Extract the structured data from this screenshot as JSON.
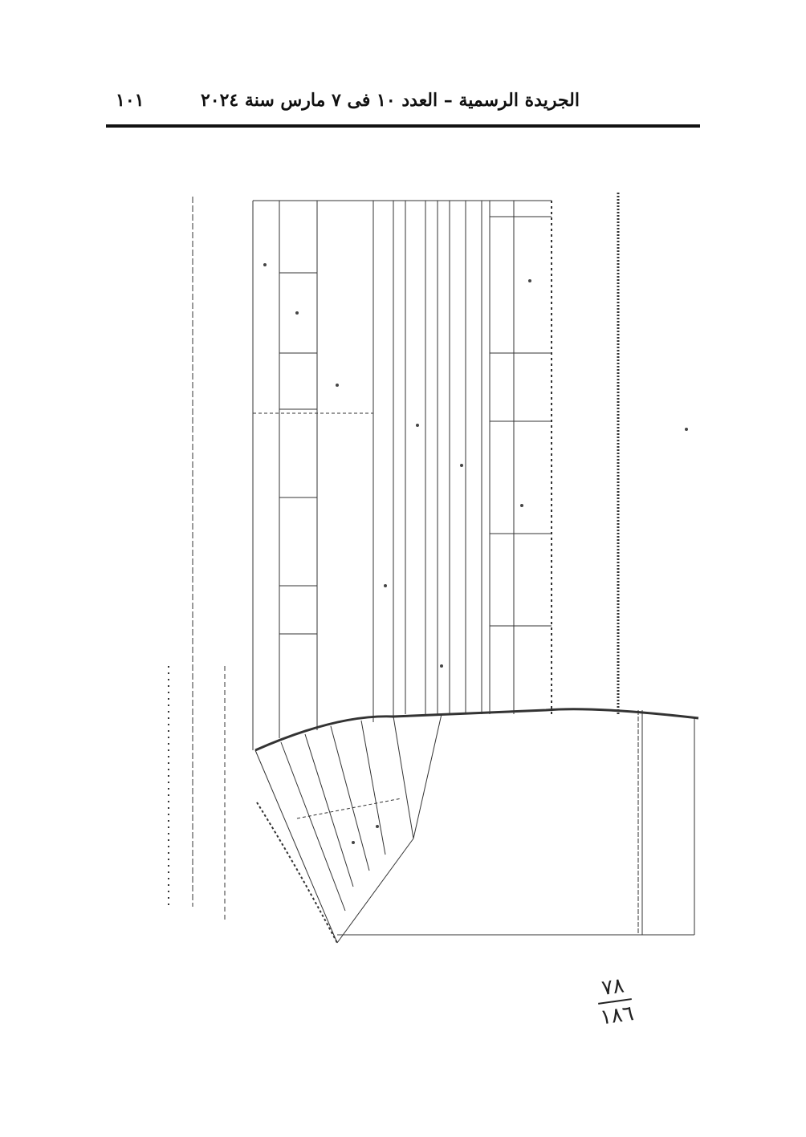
{
  "header": {
    "title": "الجريدة الرسمية – العدد ١٠ فى ٧ مارس سنة ٢٠٢٤",
    "page_number": "١٠١"
  },
  "map": {
    "icon": "survey-map-drawing"
  },
  "annotation": {
    "numerator": "٧٨",
    "denominator": "١٨٦"
  }
}
